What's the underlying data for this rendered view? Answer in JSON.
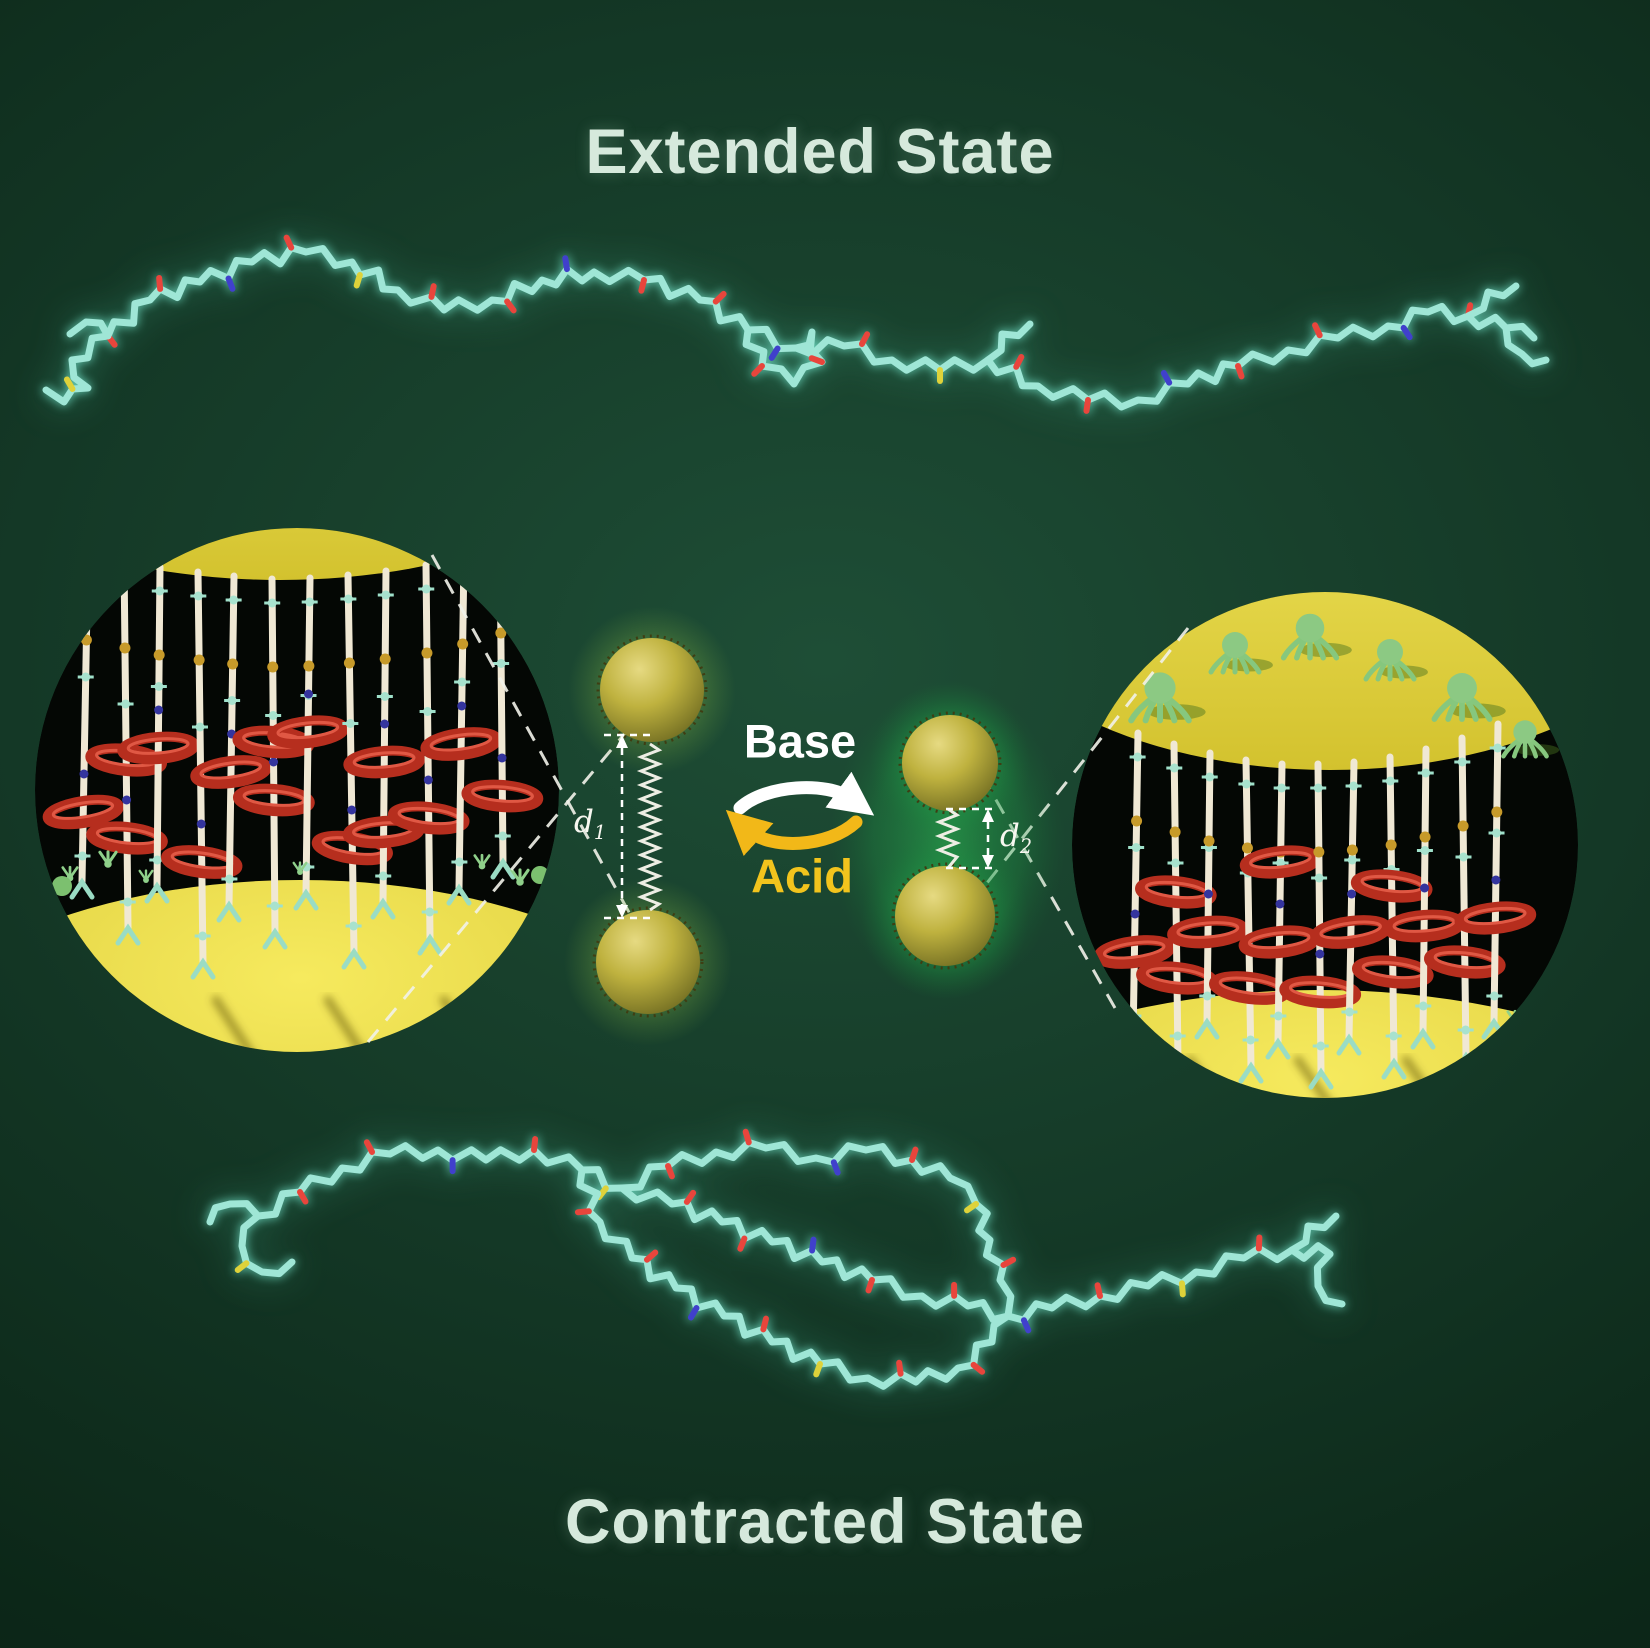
{
  "titles": {
    "extended": "Extended State",
    "contracted": "Contracted State"
  },
  "reaction": {
    "base": "Base",
    "acid": "Acid"
  },
  "measurements": {
    "d1": {
      "symbol": "d",
      "sub": "1"
    },
    "d2": {
      "symbol": "d",
      "sub": "2"
    }
  },
  "colors": {
    "background": "#0d2d1e",
    "title_text": "#d6e9dc",
    "base_text": "#ffffff",
    "acid_text": "#f2c41d",
    "molecule_backbone": "#9fe6d6",
    "atom_red": "#e8453c",
    "atom_blue": "#4343cf",
    "atom_yellow": "#ded23a",
    "macrocycle_ring": "#b62e1e",
    "axle_rod": "#f0e8d4",
    "surface_gold": "#e8d84a",
    "nanoparticle_body": "#bfb23f",
    "glow_yellow_green": "#bad65a",
    "glow_green": "#2cbe54"
  }
}
